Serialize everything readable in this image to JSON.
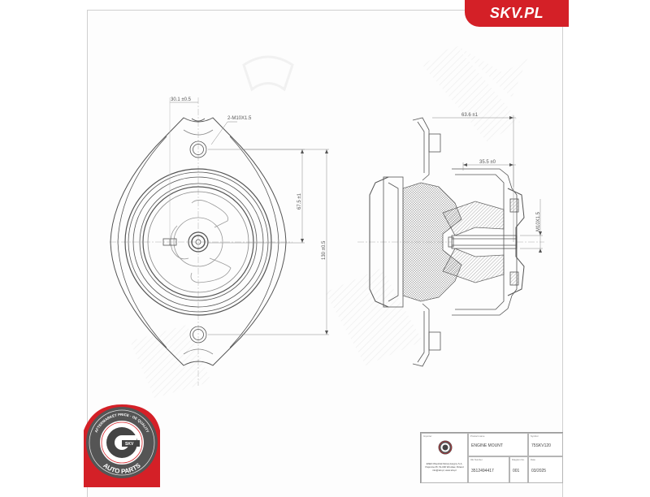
{
  "brand": {
    "label": "SKV.PL",
    "color": "#d42027"
  },
  "drawing": {
    "front_view": {
      "dimensions": {
        "hole_offset": "30.1 ±0.5",
        "thread_callout": "2-M10X1.5",
        "hole_spacing_inner": "67.5 ±1",
        "hole_spacing_outer": "130 ±0.5"
      }
    },
    "side_view": {
      "dimensions": {
        "overall_height": "63.6 ±1",
        "stud_height": "35.5 ±0",
        "stud_thread": "M10X1.5"
      }
    }
  },
  "seal": {
    "top_text": "AFTERMARKET PRICE · OE QUALITY",
    "center_text": "SKV",
    "bottom_text": "AUTO PARTS",
    "ring_color": "#555555",
    "accent_color": "#d42027"
  },
  "title_block": {
    "importer_label": "Importer",
    "importer_lines": [
      "ESEN Wspólnik Motoryzacyjny S.A.",
      "Paprotna 35, 51-000 Wrocław, Poland",
      "info@skv.pl, www.skv.pl"
    ],
    "product_name_label": "Product name",
    "product_name": "ENGINE MOUNT",
    "symbol_label": "Symbol",
    "symbol": "75SKV120",
    "oe_number_label": "OE Number",
    "oe_number": "3512494417",
    "diagram_no_label": "Diagram No.",
    "diagram_no": "001",
    "date_label": "Date",
    "date": "03/2025"
  }
}
